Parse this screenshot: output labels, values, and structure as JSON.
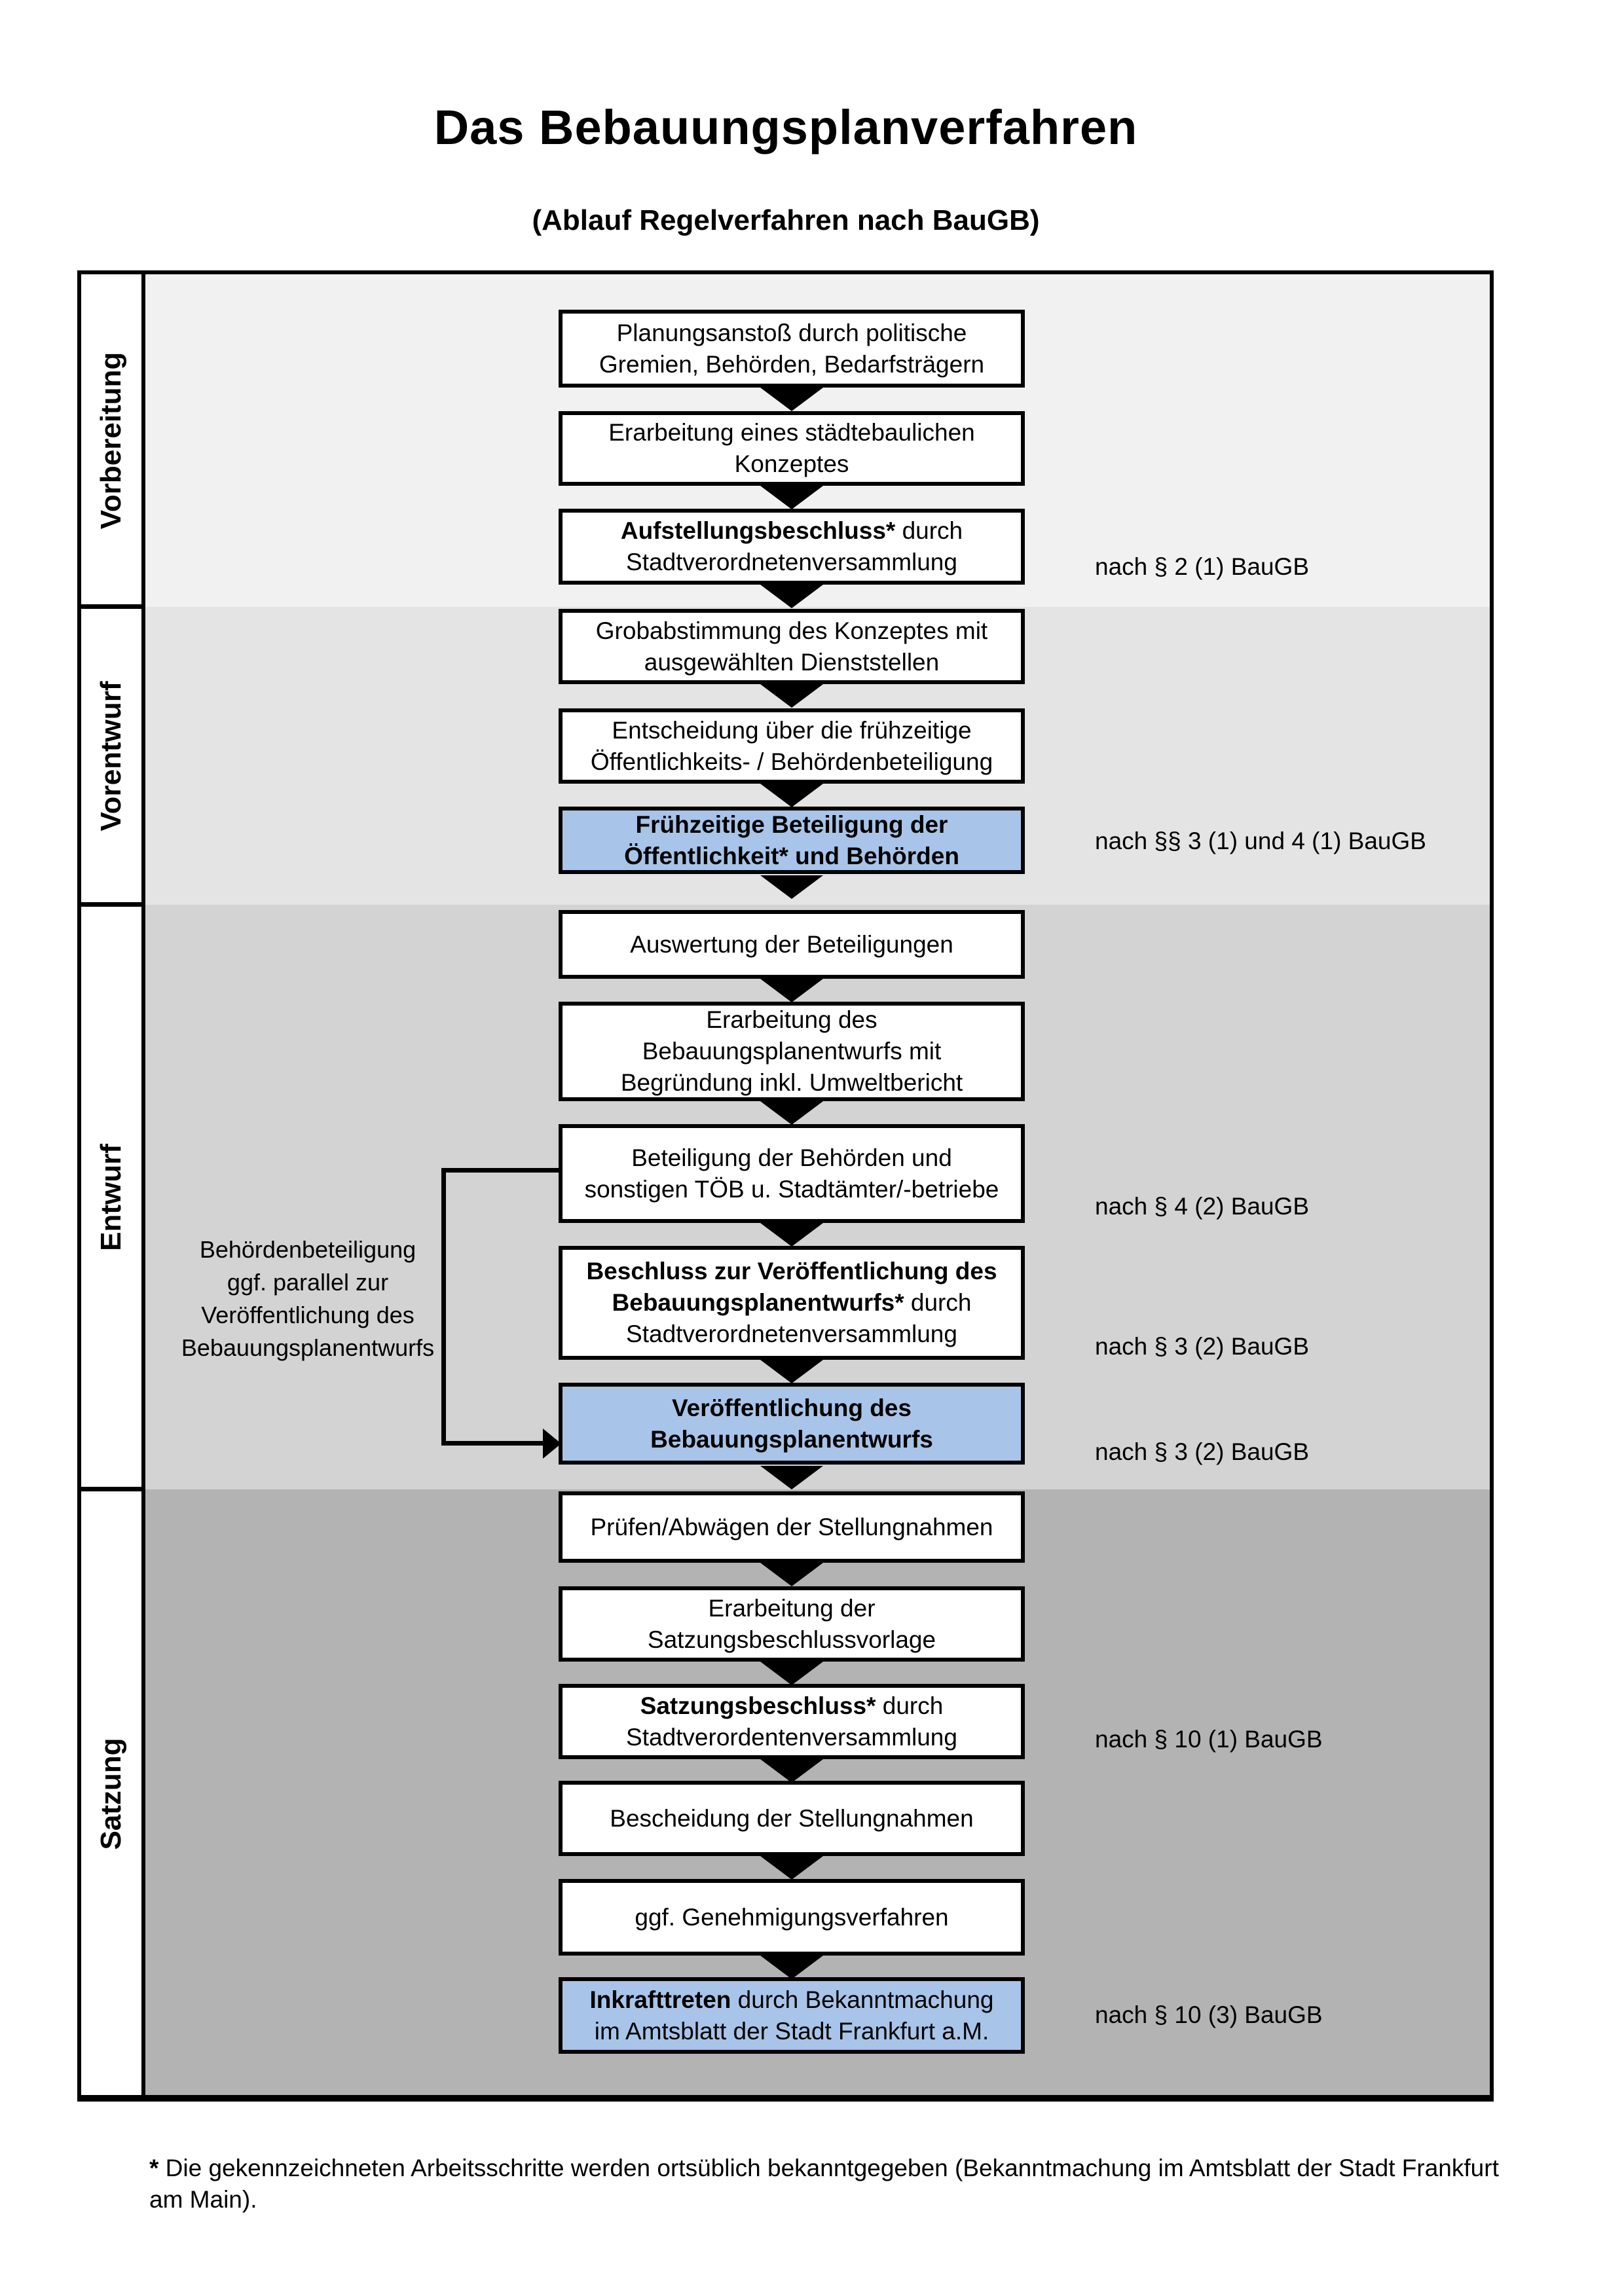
{
  "header": {
    "title": "Das Bebauungsplanverfahren",
    "subtitle": "(Ablauf Regelverfahren nach BauGB)"
  },
  "colors": {
    "highlight_blue": "#a8c4e8",
    "band_vorbereitung": "#f1f1f1",
    "band_vorentwurf": "#e4e4e4",
    "band_entwurf": "#d3d3d3",
    "band_satzung": "#b3b3b3"
  },
  "phases": [
    {
      "label": "Vorbereitung"
    },
    {
      "label": "Vorentwurf"
    },
    {
      "label": "Entwurf"
    },
    {
      "label": "Satzung"
    }
  ],
  "boxes": [
    {
      "lines": [
        {
          "segs": [
            {
              "t": "Planungsanstoß durch politische"
            }
          ]
        },
        {
          "segs": [
            {
              "t": "Gremien, Behörden, Bedarfsträgern"
            }
          ]
        }
      ]
    },
    {
      "lines": [
        {
          "segs": [
            {
              "t": "Erarbeitung eines städtebaulichen"
            }
          ]
        },
        {
          "segs": [
            {
              "t": "Konzeptes"
            }
          ]
        }
      ]
    },
    {
      "lines": [
        {
          "segs": [
            {
              "t": "Aufstellungsbeschluss*",
              "bold": true
            },
            {
              "t": " durch"
            }
          ]
        },
        {
          "segs": [
            {
              "t": "Stadtverordnetenversammlung"
            }
          ]
        }
      ]
    },
    {
      "lines": [
        {
          "segs": [
            {
              "t": "Grobabstimmung des Konzeptes mit"
            }
          ]
        },
        {
          "segs": [
            {
              "t": "ausgewählten Dienststellen"
            }
          ]
        }
      ]
    },
    {
      "lines": [
        {
          "segs": [
            {
              "t": "Entscheidung über die frühzeitige"
            }
          ]
        },
        {
          "segs": [
            {
              "t": "Öffentlichkeits- / Behördenbeteiligung"
            }
          ]
        }
      ]
    },
    {
      "lines": [
        {
          "segs": [
            {
              "t": "Frühzeitige Beteiligung der",
              "bold": true
            }
          ]
        },
        {
          "segs": [
            {
              "t": "Öffentlichkeit* und Behörden",
              "bold": true
            }
          ]
        }
      ]
    },
    {
      "lines": [
        {
          "segs": [
            {
              "t": "Auswertung der Beteiligungen"
            }
          ]
        }
      ]
    },
    {
      "lines": [
        {
          "segs": [
            {
              "t": "Erarbeitung des"
            }
          ]
        },
        {
          "segs": [
            {
              "t": "Bebauungsplanentwurfs mit"
            }
          ]
        },
        {
          "segs": [
            {
              "t": "Begründung inkl. Umweltbericht"
            }
          ]
        }
      ]
    },
    {
      "lines": [
        {
          "segs": [
            {
              "t": "Beteiligung der Behörden und"
            }
          ]
        },
        {
          "segs": [
            {
              "t": "sonstigen TÖB u. Stadtämter/-betriebe"
            }
          ]
        }
      ]
    },
    {
      "lines": [
        {
          "segs": [
            {
              "t": "Beschluss zur Veröffentlichung des",
              "bold": true
            }
          ]
        },
        {
          "segs": [
            {
              "t": "Bebauungsplanentwurfs*",
              "bold": true
            },
            {
              "t": " durch"
            }
          ]
        },
        {
          "segs": [
            {
              "t": "Stadtverordnetenversammlung"
            }
          ]
        }
      ]
    },
    {
      "lines": [
        {
          "segs": [
            {
              "t": "Veröffentlichung des",
              "bold": true
            }
          ]
        },
        {
          "segs": [
            {
              "t": "Bebauungsplanentwurfs",
              "bold": true
            }
          ]
        }
      ]
    },
    {
      "lines": [
        {
          "segs": [
            {
              "t": "Prüfen/Abwägen der Stellungnahmen"
            }
          ]
        }
      ]
    },
    {
      "lines": [
        {
          "segs": [
            {
              "t": "Erarbeitung der"
            }
          ]
        },
        {
          "segs": [
            {
              "t": "Satzungsbeschlussvorlage"
            }
          ]
        }
      ]
    },
    {
      "lines": [
        {
          "segs": [
            {
              "t": "Satzungsbeschluss*",
              "bold": true
            },
            {
              "t": " durch"
            }
          ]
        },
        {
          "segs": [
            {
              "t": "Stadtverordentenversammlung"
            }
          ]
        }
      ]
    },
    {
      "lines": [
        {
          "segs": [
            {
              "t": "Bescheidung der Stellungnahmen"
            }
          ]
        }
      ]
    },
    {
      "lines": [
        {
          "segs": [
            {
              "t": "ggf. Genehmigungsverfahren"
            }
          ]
        }
      ]
    },
    {
      "lines": [
        {
          "segs": [
            {
              "t": "Inkrafttreten",
              "bold": true
            },
            {
              "t": " durch Bekanntmachung"
            }
          ]
        },
        {
          "segs": [
            {
              "t": "im Amtsblatt der Stadt Frankfurt a.M."
            }
          ]
        }
      ]
    }
  ],
  "references": [
    {
      "text": "nach § 2 (1) BauGB"
    },
    {
      "text": "nach §§ 3 (1) und 4 (1) BauGB"
    },
    {
      "text": "nach § 4 (2) BauGB"
    },
    {
      "text": "nach § 3 (2) BauGB"
    },
    {
      "text": "nach § 3 (2) BauGB"
    },
    {
      "text": "nach § 10 (1) BauGB"
    },
    {
      "text": "nach § 10 (3) BauGB"
    }
  ],
  "side_note": {
    "lines": [
      "Behördenbeteiligung",
      "ggf. parallel zur",
      "Veröffentlichung des",
      "Bebauungsplanentwurfs"
    ]
  },
  "footnote": {
    "star": "*",
    "text": " Die gekennzeichneten Arbeitsschritte werden ortsüblich bekanntgegeben (Bekanntmachung im Amtsblatt der Stadt Frankfurt am Main)."
  }
}
